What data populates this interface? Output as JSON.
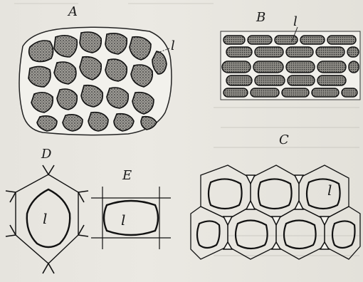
{
  "figures": {
    "A": {
      "label": "A",
      "lumen": "l"
    },
    "B": {
      "label": "B",
      "lumen": "l"
    },
    "C": {
      "label": "C",
      "lumen": "l"
    },
    "D": {
      "label": "D",
      "lumen": "l"
    },
    "E": {
      "label": "E",
      "lumen": "l"
    }
  }
}
